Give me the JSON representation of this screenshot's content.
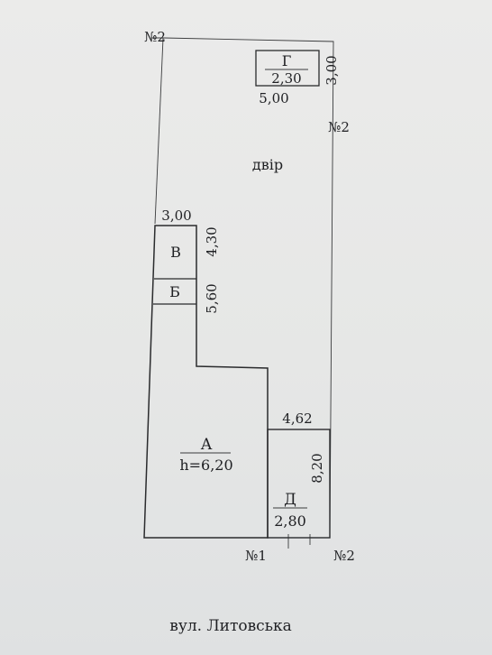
{
  "plan": {
    "yard_label": "двір",
    "street_label": "вул. Литовська",
    "neighbours": {
      "top_left": "№2",
      "right_side": "№2",
      "bottom_center": "№1",
      "bottom_right": "№2"
    },
    "buildings": {
      "g": {
        "letter": "Г",
        "value": "2,30",
        "dim_width": "5,00",
        "dim_height": "3,00"
      },
      "v": {
        "letter": "В",
        "dim_width": "3,00",
        "dim_height": "4,30"
      },
      "b": {
        "letter": "Б",
        "dim_height": "5,60"
      },
      "a": {
        "letter": "А",
        "height_note": "h=6,20"
      },
      "d": {
        "letter": "Д",
        "value": "2,80",
        "dim_width": "4,62",
        "dim_height": "8,20"
      }
    }
  },
  "colors": {
    "paper": "#e6e7e6",
    "ink": "#202124"
  }
}
